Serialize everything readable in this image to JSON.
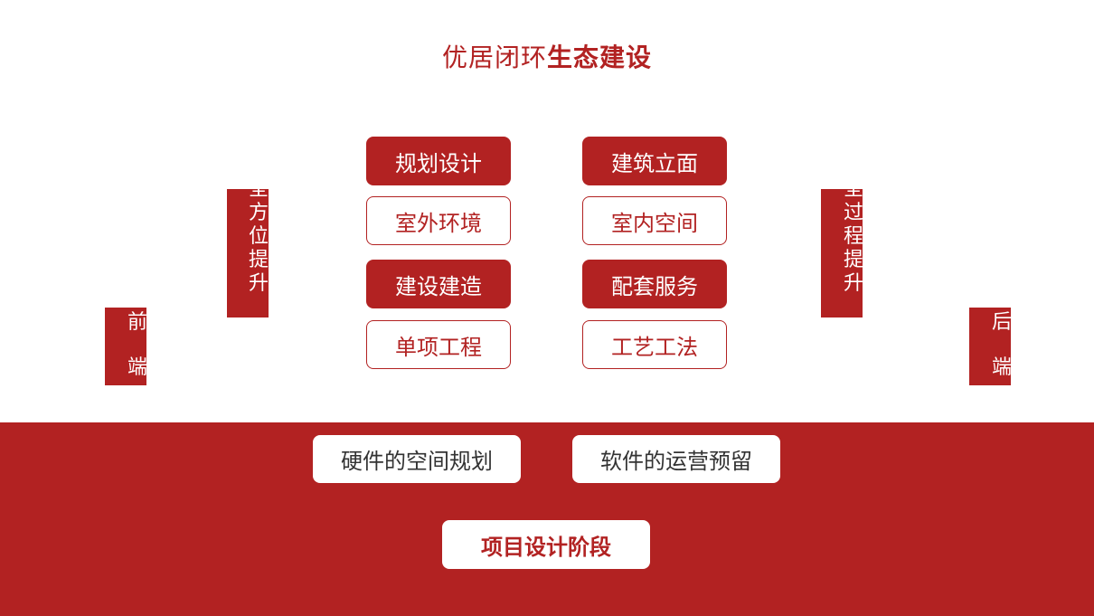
{
  "title": {
    "normal": "优居闭环",
    "bold": "生态建设"
  },
  "grid": {
    "left": [
      {
        "label": "规划设计",
        "style": "filled"
      },
      {
        "label": "室外环境",
        "style": "outline"
      },
      {
        "label": "建设建造",
        "style": "filled"
      },
      {
        "label": "单项工程",
        "style": "outline"
      }
    ],
    "right": [
      {
        "label": "建筑立面",
        "style": "filled"
      },
      {
        "label": "室内空间",
        "style": "outline"
      },
      {
        "label": "配套服务",
        "style": "filled"
      },
      {
        "label": "工艺工法",
        "style": "outline"
      }
    ]
  },
  "side_bars": {
    "left_tall": "全方位提升",
    "left_short": "前端",
    "right_tall": "全过程提升",
    "right_short": "后端"
  },
  "bottom": {
    "hardware": "硬件的空间规划",
    "software": "软件的运营预留",
    "stage": "项目设计阶段"
  },
  "colors": {
    "accent": "#b22222",
    "background": "#ffffff"
  }
}
